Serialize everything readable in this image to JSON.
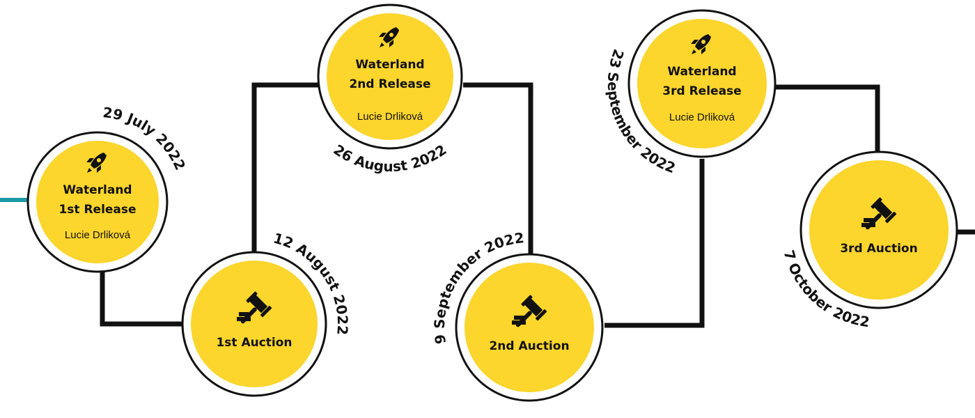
{
  "colors": {
    "node_fill": "#FCD52D",
    "line": "#111111",
    "lead_line": "#1B9AA6"
  },
  "events": [
    {
      "type": "release",
      "icon": "rocket-icon",
      "title1": "Waterland",
      "title2": "1st Release",
      "author": "Lucie Drliková",
      "date": "29 July 2022"
    },
    {
      "type": "auction",
      "icon": "gavel-icon",
      "title1": "1st Auction",
      "date": "12 August 2022"
    },
    {
      "type": "release",
      "icon": "rocket-icon",
      "title1": "Waterland",
      "title2": "2nd Release",
      "author": "Lucie Drliková",
      "date": "26 August 2022"
    },
    {
      "type": "auction",
      "icon": "gavel-icon",
      "title1": "2nd Auction",
      "date": "9 September 2022"
    },
    {
      "type": "release",
      "icon": "rocket-icon",
      "title1": "Waterland",
      "title2": "3rd Release",
      "author": "Lucie Drliková",
      "date": "23 September 2022"
    },
    {
      "type": "auction",
      "icon": "gavel-icon",
      "title1": "3rd Auction",
      "date": "7 October 2022"
    }
  ]
}
